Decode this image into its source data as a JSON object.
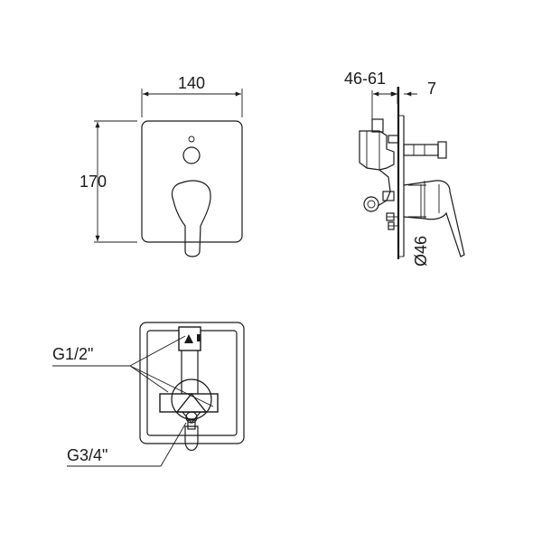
{
  "dimensions": {
    "width": "140",
    "height": "170",
    "depth_range": "46-61",
    "plate_thickness": "7",
    "diameter": "Ø46"
  },
  "connections": {
    "upper": "G1/2\"",
    "lower": "G3/4\""
  }
}
